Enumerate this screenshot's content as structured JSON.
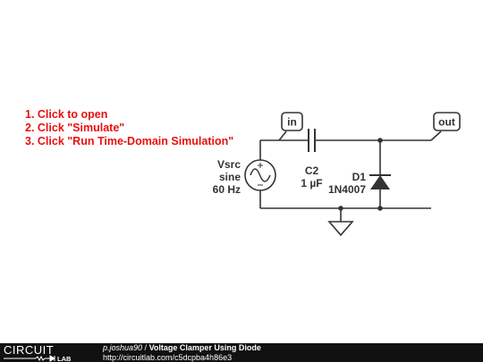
{
  "instructions": [
    "1. Click to open",
    "2. Click \"Simulate\"",
    "3. Click \"Run Time-Domain Simulation\""
  ],
  "nodes": {
    "in_label": "in",
    "out_label": "out"
  },
  "source": {
    "name": "Vsrc",
    "type": "sine",
    "freq": "60 Hz"
  },
  "capacitor": {
    "name": "C2",
    "value": "1 µF"
  },
  "diode": {
    "name": "D1",
    "part": "1N4007"
  },
  "footer": {
    "logo_top": "CIRCUIT",
    "logo_bottom": "LAB",
    "author": "p.joshua90",
    "separator": " / ",
    "title": "Voltage Clamper Using Diode",
    "url": "http://circuitlab.com/c5dcpba4h86e3"
  },
  "colors": {
    "wire": "#333333",
    "instruction": "#e8100e",
    "footer_bg": "#111111"
  }
}
